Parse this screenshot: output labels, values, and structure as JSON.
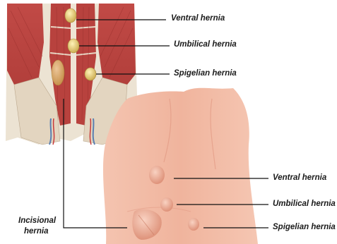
{
  "labels": {
    "top_ventral": "Ventral hernia",
    "top_umbilical": "Umbilical hernia",
    "top_spigelian": "Spigelian hernia",
    "bottom_ventral": "Ventral hernia",
    "bottom_umbilical": "Umbilical hernia",
    "bottom_spigelian": "Spigelian hernia",
    "incisional_line1": "Incisional",
    "incisional_line2": "hernia"
  },
  "colors": {
    "muscle": "#c9504c",
    "muscle_dark": "#9e3431",
    "fascia": "#e9ddc9",
    "skin": "#f2b9a3",
    "skin_shadow": "#e39a84",
    "hernia_sac": "#e8d27a",
    "leader_line": "#111111"
  }
}
